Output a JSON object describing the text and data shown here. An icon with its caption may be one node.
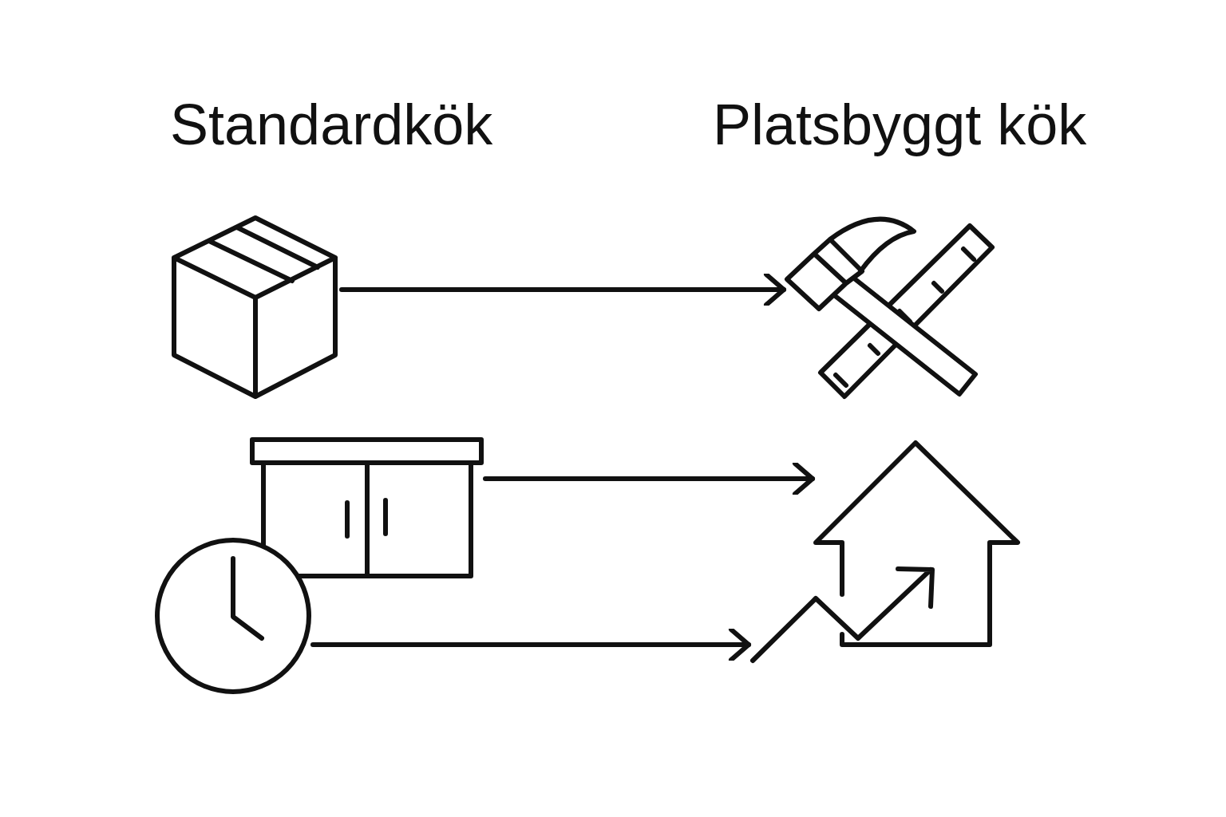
{
  "diagram": {
    "nodes": [
      {
        "text": [],
        "shape": "picture"
      },
      {
        "text": [],
        "shape": "picture"
      },
      {
        "text": [],
        "shape": "picture"
      },
      {
        "text": [],
        "shape": "picture"
      },
      {
        "text": [],
        "shape": "picture"
      },
      {
        "text": [],
        "shape": "picture"
      }
    ],
    "edges": [
      {
        "from": 0,
        "to": 3,
        "arrow": "to"
      },
      {
        "from": 1,
        "to": 4,
        "arrow": "to"
      },
      {
        "from": 2,
        "to": 5,
        "arrow": "to"
      }
    ],
    "labels": [
      "Standardkök",
      "Platsbyggt kök"
    ]
  }
}
